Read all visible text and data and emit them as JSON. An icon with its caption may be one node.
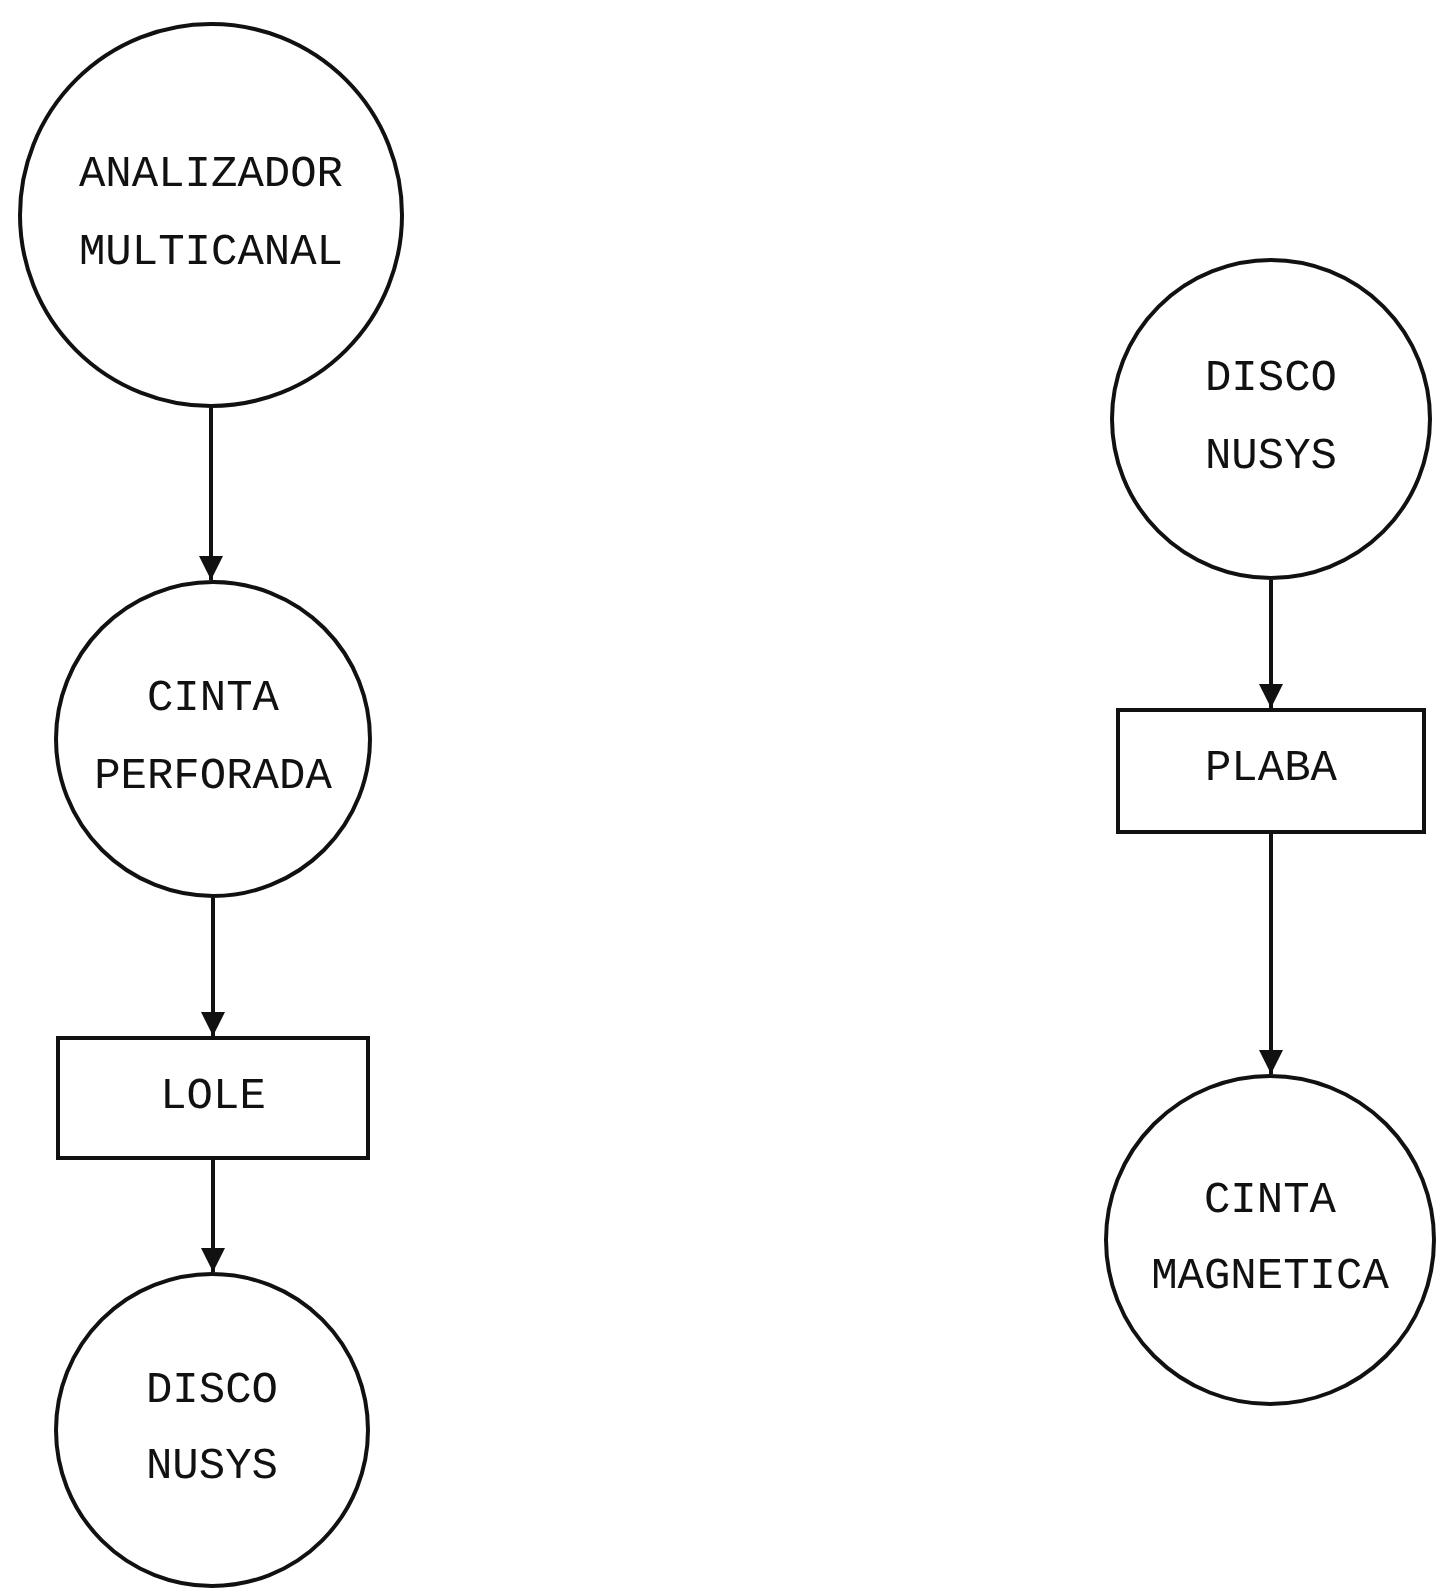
{
  "diagram": {
    "nodes": [
      {
        "text": [
          "ANALIZADOR MULTICANAL"
        ]
      },
      {
        "text": [
          "CINTA PERFORADA"
        ]
      },
      {
        "text": [
          "LOLE"
        ]
      },
      {
        "text": [
          "DISCO NUSYS"
        ]
      },
      {
        "text": [
          "DISCO NUSYS"
        ]
      },
      {
        "text": [
          "PLABA"
        ]
      },
      {
        "text": [
          "CINTA MAGNETICA"
        ]
      }
    ],
    "edges": [
      {
        "from": 0,
        "to": 1,
        "arrow": "to"
      },
      {
        "from": 1,
        "to": 2,
        "arrow": "to"
      },
      {
        "from": 2,
        "to": 3,
        "arrow": "to"
      },
      {
        "from": 4,
        "to": 5,
        "arrow": "to"
      },
      {
        "from": 5,
        "to": 6,
        "arrow": "to"
      }
    ]
  }
}
